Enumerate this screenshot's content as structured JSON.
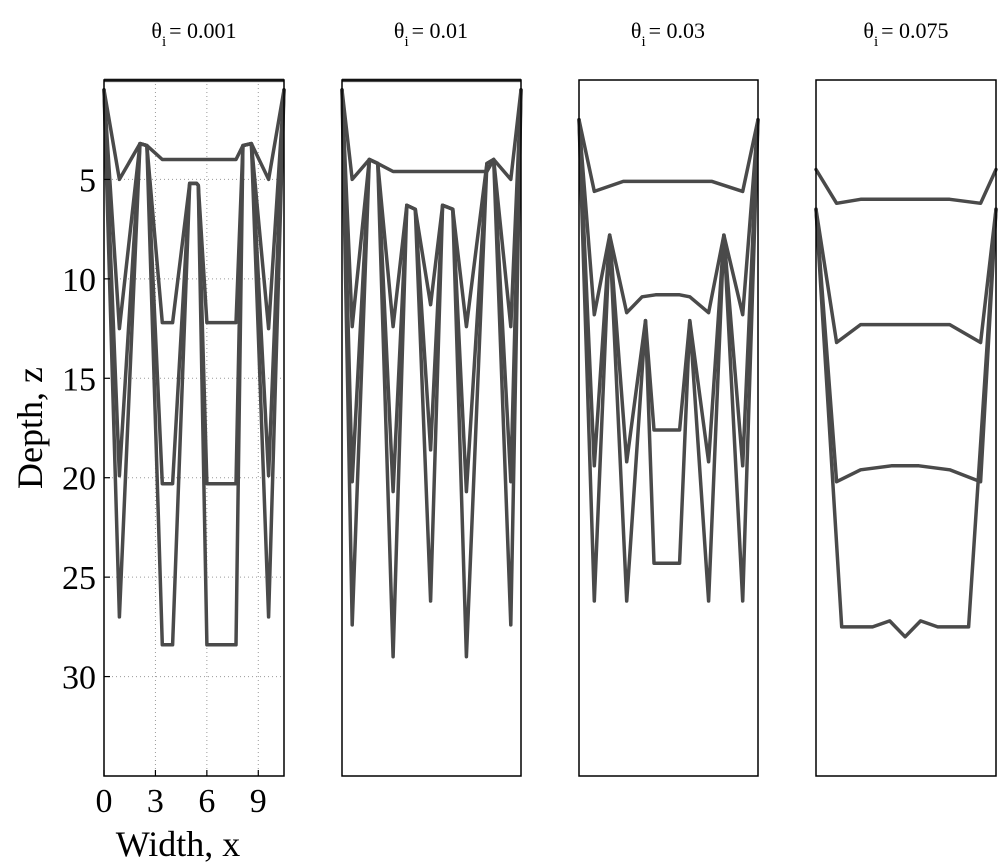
{
  "chart_data": [
    {
      "type": "line",
      "title": {
        "symbol": "θ",
        "subscript": "i",
        "value": "= 0.001"
      },
      "xlabel": "Width, x",
      "ylabel": "Depth, z",
      "xticks": [
        0,
        3,
        6,
        9
      ],
      "yticks": [
        5,
        10,
        15,
        20,
        25,
        30
      ],
      "xlim": [
        0,
        10.5
      ],
      "ylim": [
        0,
        35
      ],
      "y_inverted": true,
      "grid": true,
      "color": "#4a4a4a",
      "interface_top": 0.02,
      "series": [
        {
          "x": [
            0,
            0.9,
            2.1,
            2.5,
            3.4,
            4.0,
            5.0,
            5.4,
            5.5,
            6.0,
            6.5,
            7.1,
            7.7,
            8.1,
            8.6,
            9.6,
            10.5
          ],
          "y": [
            0.5,
            5.0,
            3.2,
            3.3,
            4.0,
            4.0,
            4.0,
            4.0,
            4.0,
            4.0,
            4.0,
            4.0,
            4.0,
            3.3,
            3.2,
            5.0,
            0.5
          ]
        },
        {
          "x": [
            0,
            0.9,
            2.1,
            2.5,
            3.4,
            4.0,
            5.0,
            5.4,
            5.5,
            6.0,
            6.5,
            7.1,
            7.7,
            8.1,
            8.6,
            9.6,
            10.5
          ],
          "y": [
            0.5,
            12.5,
            3.2,
            3.3,
            12.2,
            12.2,
            5.2,
            5.2,
            5.3,
            12.2,
            12.2,
            12.2,
            12.2,
            3.3,
            3.2,
            12.5,
            0.5
          ]
        },
        {
          "x": [
            0,
            0.9,
            2.1,
            2.5,
            3.4,
            4.0,
            5.0,
            5.4,
            5.5,
            6.0,
            6.5,
            7.1,
            7.7,
            8.1,
            8.6,
            9.6,
            10.5
          ],
          "y": [
            0.5,
            19.9,
            3.2,
            3.3,
            20.3,
            20.3,
            5.2,
            5.2,
            5.3,
            20.3,
            20.3,
            20.3,
            20.3,
            3.3,
            3.2,
            19.9,
            0.5
          ]
        },
        {
          "x": [
            0,
            0.9,
            2.1,
            2.5,
            3.4,
            4.0,
            5.0,
            5.4,
            5.5,
            6.0,
            6.5,
            7.1,
            7.7,
            8.1,
            8.6,
            9.6,
            10.5
          ],
          "y": [
            0.5,
            27.0,
            3.2,
            3.3,
            28.4,
            28.4,
            5.2,
            5.2,
            5.3,
            28.4,
            28.4,
            28.4,
            28.4,
            3.3,
            3.2,
            27.0,
            0.5
          ]
        }
      ]
    },
    {
      "type": "line",
      "title": {
        "symbol": "θ",
        "subscript": "i",
        "value": "= 0.01"
      },
      "xlim": [
        0,
        10.5
      ],
      "ylim": [
        0,
        35
      ],
      "y_inverted": true,
      "grid": false,
      "color": "#4a4a4a",
      "interface_top": 0.02,
      "series": [
        {
          "x": [
            0,
            0.6,
            1.6,
            2.1,
            3.0,
            3.8,
            4.3,
            5.2,
            5.9,
            6.5,
            7.3,
            8.5,
            8.9,
            9.9,
            10.5
          ],
          "y": [
            0.5,
            5.0,
            4.0,
            4.2,
            4.6,
            4.6,
            4.6,
            4.6,
            4.6,
            4.6,
            4.6,
            4.6,
            4.0,
            5.0,
            0.5
          ]
        },
        {
          "x": [
            0,
            0.6,
            1.6,
            2.1,
            3.0,
            3.8,
            4.3,
            5.2,
            5.9,
            6.5,
            7.3,
            8.5,
            8.9,
            9.9,
            10.5
          ],
          "y": [
            0.5,
            12.4,
            4.0,
            4.2,
            12.4,
            6.3,
            6.5,
            11.3,
            6.3,
            6.5,
            12.4,
            4.2,
            4.0,
            12.4,
            0.5
          ]
        },
        {
          "x": [
            0,
            0.6,
            1.6,
            2.1,
            3.0,
            3.8,
            4.3,
            5.2,
            5.9,
            6.5,
            7.3,
            8.5,
            8.9,
            9.9,
            10.5
          ],
          "y": [
            0.5,
            20.2,
            4.0,
            4.2,
            20.7,
            6.3,
            6.5,
            18.6,
            6.3,
            6.5,
            20.7,
            4.2,
            4.0,
            20.2,
            0.5
          ]
        },
        {
          "x": [
            0,
            0.6,
            1.6,
            2.1,
            3.0,
            3.8,
            4.3,
            5.2,
            5.9,
            6.5,
            7.3,
            8.5,
            8.9,
            9.9,
            10.5
          ],
          "y": [
            0.5,
            27.4,
            4.0,
            4.2,
            29.0,
            6.3,
            6.5,
            26.2,
            6.3,
            6.5,
            29.0,
            4.2,
            4.0,
            27.4,
            0.5
          ]
        }
      ]
    },
    {
      "type": "line",
      "title": {
        "symbol": "θ",
        "subscript": "i",
        "value": "= 0.03"
      },
      "xlim": [
        0,
        10.5
      ],
      "ylim": [
        0,
        35
      ],
      "y_inverted": true,
      "grid": false,
      "color": "#4a4a4a",
      "interface_top": null,
      "series": [
        {
          "x": [
            0,
            0.9,
            2.6,
            5.2,
            7.8,
            9.6,
            10.5
          ],
          "y": [
            2.0,
            5.6,
            5.1,
            5.1,
            5.1,
            5.6,
            2.0
          ]
        },
        {
          "x": [
            0,
            0.9,
            1.8,
            2.8,
            3.7,
            4.5,
            5.2,
            5.9,
            6.5,
            7.6,
            8.5,
            9.6,
            10.5
          ],
          "y": [
            2.0,
            11.8,
            7.8,
            11.7,
            10.9,
            10.8,
            10.8,
            10.8,
            10.9,
            11.7,
            7.8,
            11.8,
            2.0
          ]
        },
        {
          "x": [
            0,
            0.9,
            1.8,
            2.8,
            3.9,
            4.4,
            5.2,
            5.9,
            6.5,
            7.6,
            8.5,
            9.6,
            10.5
          ],
          "y": [
            2.0,
            19.4,
            7.8,
            19.2,
            12.1,
            17.6,
            17.6,
            17.6,
            12.1,
            19.2,
            7.8,
            19.4,
            2.0
          ]
        },
        {
          "x": [
            0,
            0.9,
            1.8,
            2.8,
            3.9,
            4.4,
            5.2,
            5.9,
            6.5,
            7.6,
            8.5,
            9.6,
            10.5
          ],
          "y": [
            2.0,
            26.2,
            7.8,
            26.2,
            12.1,
            24.3,
            24.3,
            24.3,
            12.1,
            26.2,
            7.8,
            26.2,
            2.0
          ]
        }
      ]
    },
    {
      "type": "line",
      "title": {
        "symbol": "θ",
        "subscript": "i",
        "value": "= 0.075"
      },
      "xlim": [
        0,
        10.5
      ],
      "ylim": [
        0,
        35
      ],
      "y_inverted": true,
      "grid": false,
      "color": "#4a4a4a",
      "interface_top": null,
      "series": [
        {
          "x": [
            0,
            1.2,
            2.6,
            5.2,
            7.8,
            9.6,
            10.5
          ],
          "y": [
            4.5,
            6.2,
            6.0,
            6.0,
            6.0,
            6.2,
            4.5
          ]
        },
        {
          "x": [
            0,
            1.2,
            2.6,
            5.2,
            7.8,
            9.6,
            10.5
          ],
          "y": [
            6.5,
            13.2,
            12.3,
            12.3,
            12.3,
            13.2,
            6.5
          ]
        },
        {
          "x": [
            0,
            1.2,
            2.6,
            4.4,
            5.2,
            6.0,
            7.8,
            9.6,
            10.5
          ],
          "y": [
            6.5,
            20.2,
            19.6,
            19.4,
            19.4,
            19.4,
            19.6,
            20.2,
            6.5
          ]
        },
        {
          "x": [
            0,
            1.5,
            3.3,
            4.3,
            5.2,
            6.1,
            7.1,
            8.9,
            10.5
          ],
          "y": [
            6.5,
            27.5,
            27.5,
            27.2,
            28.0,
            27.2,
            27.5,
            27.5,
            6.5
          ]
        }
      ]
    }
  ]
}
